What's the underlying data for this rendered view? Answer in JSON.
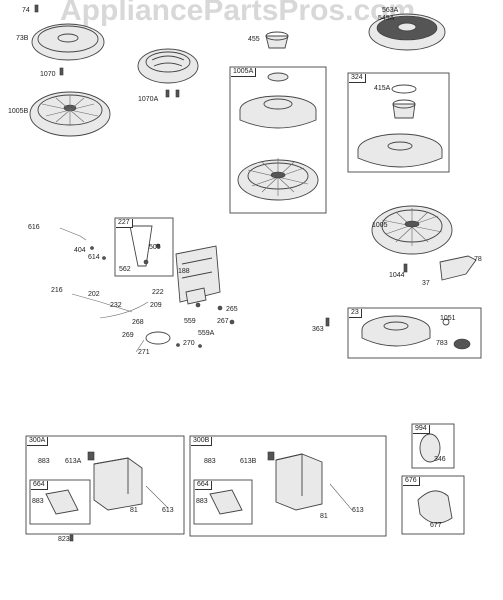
{
  "watermark": "AppliancePartsPros.com",
  "part_labels": {
    "p74": "74",
    "p73b": "73B",
    "p1070": "1070",
    "p1070a": "1070A",
    "p1005b": "1005B",
    "p455": "455",
    "p563a": "563A",
    "p549a": "549A",
    "p1005a": "1005A",
    "p324": "324",
    "p415a": "415A",
    "p1005": "1005",
    "p616": "616",
    "p227": "227",
    "p505": "505",
    "p562": "562",
    "p404": "404",
    "p614": "614",
    "p188": "188",
    "p78": "78",
    "p1044": "1044",
    "p37": "37",
    "p216": "216",
    "p202": "202",
    "p222": "222",
    "p232": "232",
    "p209": "209",
    "p265": "265",
    "p267": "267",
    "p268": "268",
    "p559": "559",
    "p559a": "559A",
    "p269": "269",
    "p270": "270",
    "p271": "271",
    "p23": "23",
    "p363": "363",
    "p1051": "1051",
    "p783": "783",
    "p300a": "300A",
    "p883a": "883",
    "p613a": "613A",
    "p664a": "664",
    "p883b": "883",
    "p81a": "81",
    "p613": "613",
    "p823": "823",
    "p300b": "300B",
    "p883c": "883",
    "p613b": "613B",
    "p664b": "664",
    "p883d": "883",
    "p81b": "81",
    "p613c": "613",
    "p994": "994",
    "p346": "346",
    "p676": "676",
    "p677": "677"
  }
}
